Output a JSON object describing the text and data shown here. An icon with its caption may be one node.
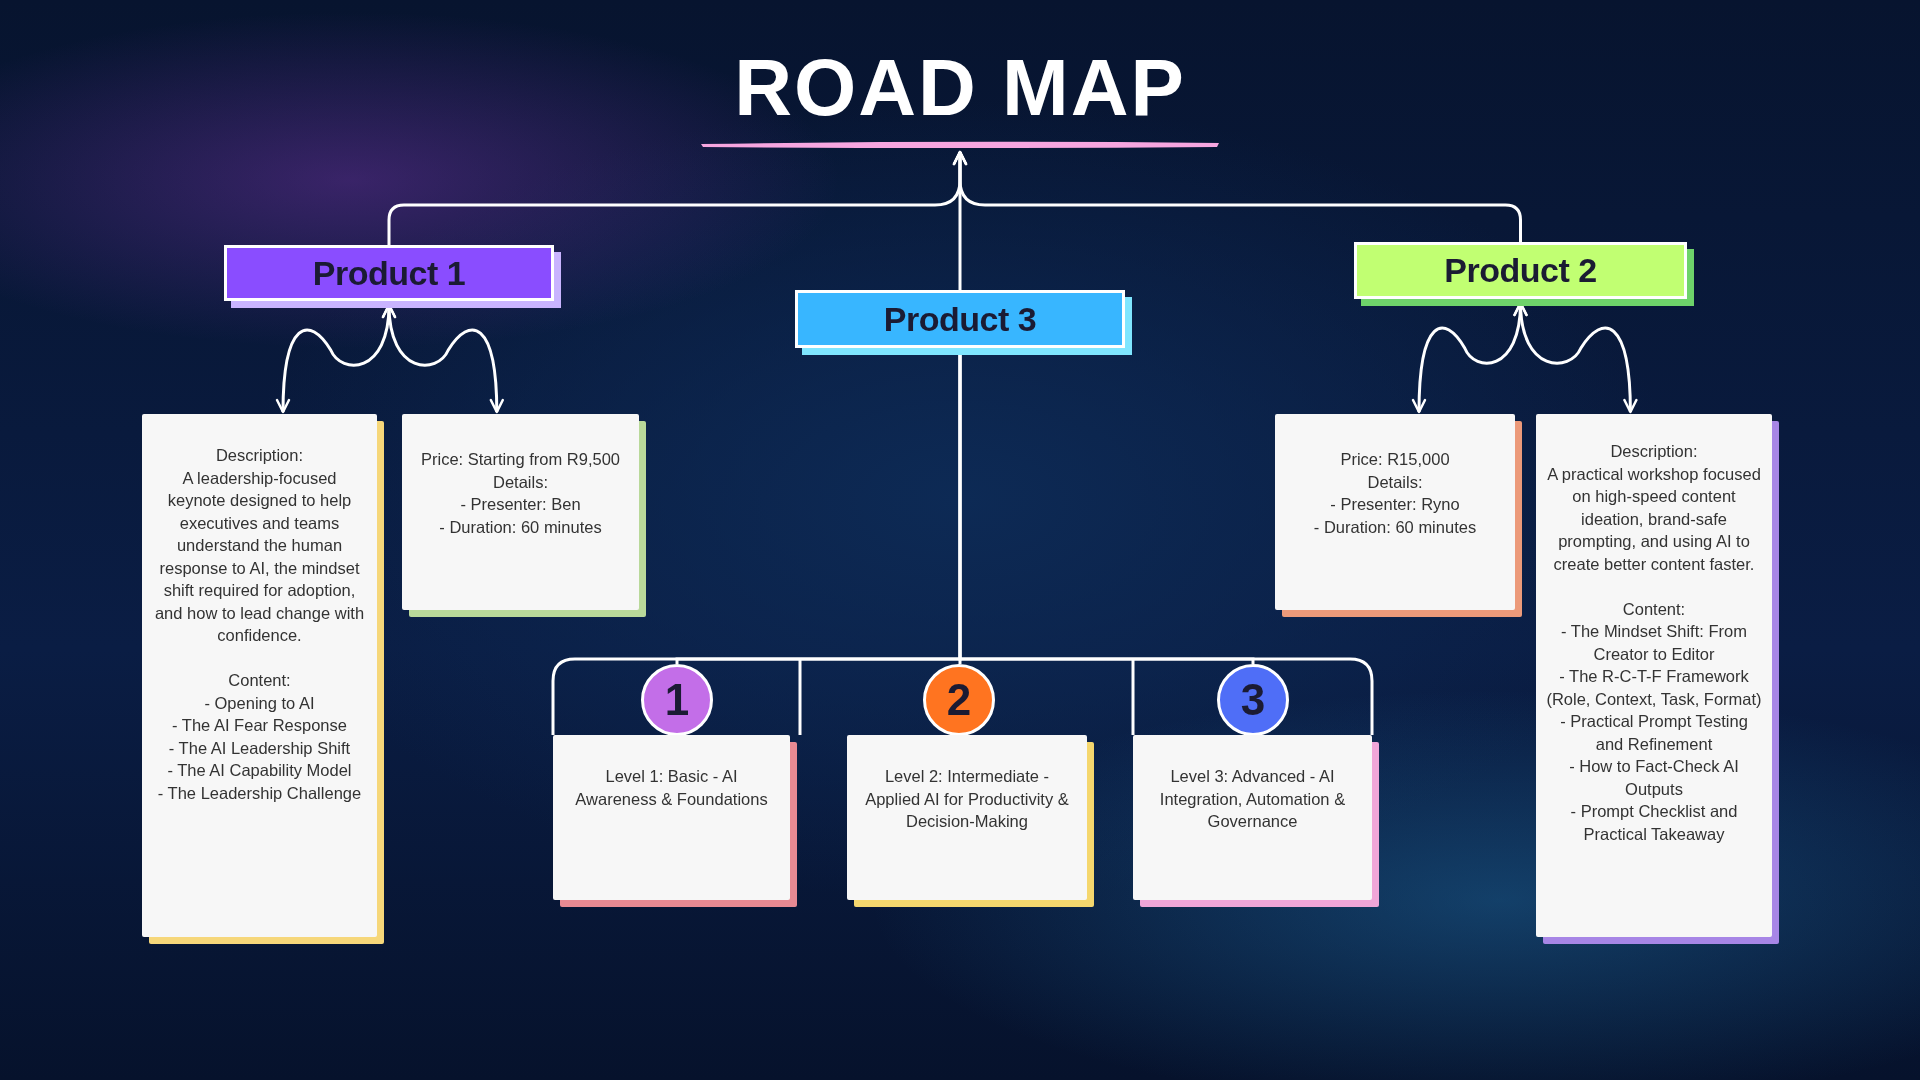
{
  "diagram": {
    "nodes": [
      {
        "text": [
          "ROAD MAP"
        ]
      },
      {
        "text": [
          "Product 1"
        ]
      },
      {
        "text": [
          "Product 3"
        ]
      },
      {
        "text": [
          "Product 2"
        ]
      },
      {
        "text": [
          "Description:",
          "A leadership-focused keynote designed to help executives and teams understand the human response to AI, the mindset shift required for adoption, and how to lead change with confidence.",
          "Content:",
          "- Opening to AI",
          "- The AI Fear Response",
          "- The AI Leadership Shift",
          "- The AI Capability Model",
          "- The Leadership Challenge"
        ]
      },
      {
        "text": [
          "Price: Starting from R9,500",
          "Details:",
          "- Presenter: Ben",
          "- Duration: 60 minutes"
        ]
      },
      {
        "text": [
          "Price: R15,000",
          "Details:",
          "- Presenter: Ryno",
          "- Duration: 60 minutes"
        ]
      },
      {
        "text": [
          "Description:",
          "A practical workshop focused on high-speed content ideation, brand-safe prompting, and using AI to create better content faster.",
          "Content:",
          "- The Mindset Shift: From Creator to Editor",
          "- The R-C-T-F Framework (Role, Context, Task, Format)",
          "- Practical Prompt Testing and Refinement",
          "- How to Fact-Check AI Outputs",
          "- Prompt Checklist and Practical Takeaway"
        ]
      },
      {
        "text": [
          "1"
        ]
      },
      {
        "text": [
          "Level 1: Basic - AI Awareness & Foundations"
        ]
      },
      {
        "text": [
          "2"
        ]
      },
      {
        "text": [
          "Level 2: Intermediate - Applied AI for Productivity & Decision-Making"
        ]
      },
      {
        "text": [
          "3"
        ]
      },
      {
        "text": [
          "Level 3: Advanced - AI Integration, Automation & Governance"
        ]
      }
    ],
    "edges": [
      {
        "from": 1,
        "to": 0,
        "arrow": "to"
      },
      {
        "from": 2,
        "to": 0,
        "arrow": "to"
      },
      {
        "from": 3,
        "to": 0,
        "arrow": "to"
      },
      {
        "from": 1,
        "to": 4,
        "arrow": "both"
      },
      {
        "from": 1,
        "to": 5,
        "arrow": "both"
      },
      {
        "from": 3,
        "to": 6,
        "arrow": "both"
      },
      {
        "from": 3,
        "to": 7,
        "arrow": "both"
      },
      {
        "from": 2,
        "to": 8,
        "arrow": "none"
      },
      {
        "from": 2,
        "to": 10,
        "arrow": "none"
      },
      {
        "from": 2,
        "to": 12,
        "arrow": "none"
      }
    ]
  }
}
